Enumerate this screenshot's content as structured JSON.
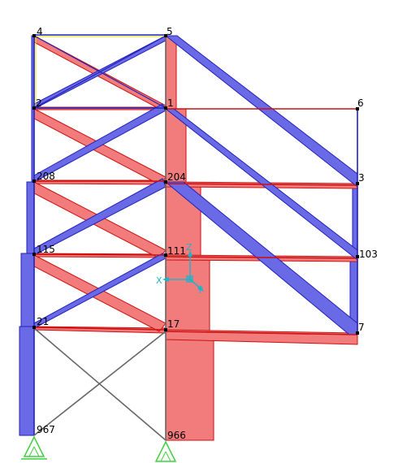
{
  "nodes": [
    {
      "id": "4",
      "label": "4"
    },
    {
      "id": "5",
      "label": "5"
    },
    {
      "id": "2",
      "label": "2"
    },
    {
      "id": "1",
      "label": "1"
    },
    {
      "id": "6",
      "label": "6"
    },
    {
      "id": "208",
      "label": "208"
    },
    {
      "id": "204",
      "label": "204"
    },
    {
      "id": "3",
      "label": "3"
    },
    {
      "id": "115",
      "label": "115"
    },
    {
      "id": "111",
      "label": "111"
    },
    {
      "id": "103",
      "label": "103"
    },
    {
      "id": "21",
      "label": "21"
    },
    {
      "id": "17",
      "label": "17"
    },
    {
      "id": "7",
      "label": "7"
    },
    {
      "id": "967",
      "label": "967"
    },
    {
      "id": "966",
      "label": "966"
    }
  ],
  "axis": {
    "x_label": "X",
    "z_label": "Z",
    "y_label": "Y"
  },
  "colors": {
    "tension": "#f27c7c",
    "compression": "#6a6ae6",
    "member_red": "#cc1111",
    "member_blue": "#2222bb",
    "member_gray": "#666666",
    "member_yellow": "#e6e600",
    "support": "#3fcf3f",
    "axis": "#1fb3c7"
  },
  "icons": {
    "support": "pinned-support-icon",
    "axis": "axis-triad-icon"
  }
}
